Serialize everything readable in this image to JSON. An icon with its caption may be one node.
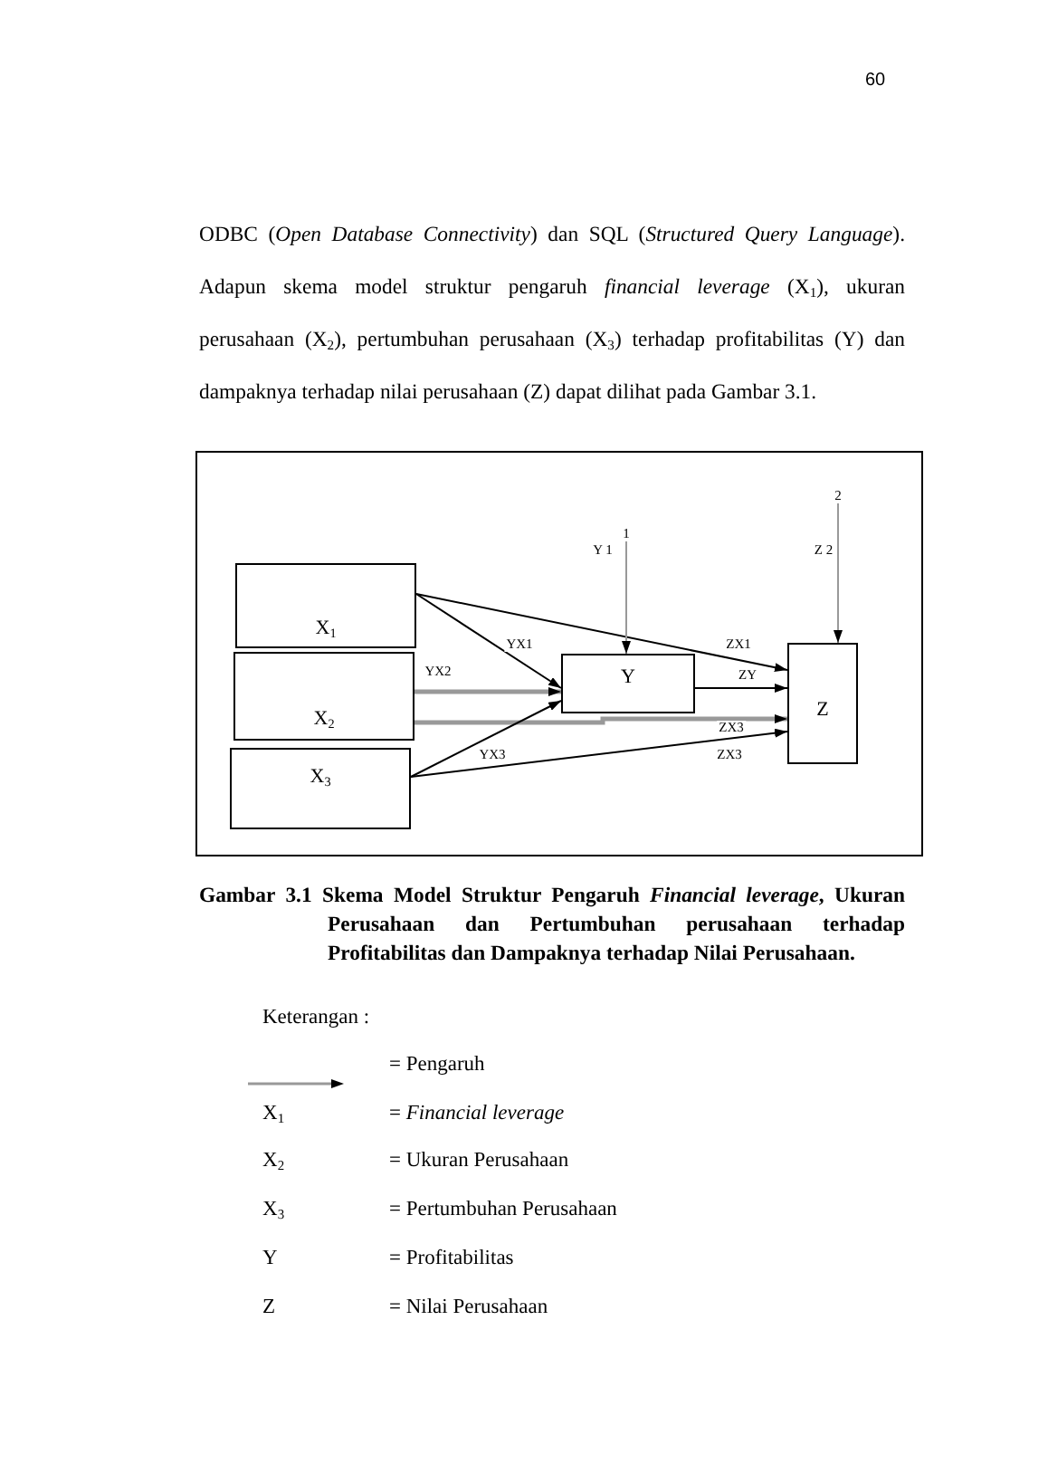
{
  "diagram": {
    "caption": "Gambar 3.1 Skema Model Struktur Pengaruh *Financial leverage*, Ukuran Perusahaan dan Pertumbuhan perusahaan terhadap Profitabilitas dan Dampaknya terhadap Nilai Perusahaan.",
    "nodes": [
      {
        "text": [
          "X$_{1}$"
        ]
      },
      {
        "text": [
          "X$_{2}$"
        ]
      },
      {
        "text": [
          "X$_{3}$"
        ]
      },
      {
        "text": [
          "Y"
        ]
      },
      {
        "text": [
          "Z"
        ]
      },
      {
        "text": [
          "1"
        ]
      },
      {
        "text": [
          "2"
        ]
      }
    ],
    "edges": [
      {
        "from": 0,
        "to": 3,
        "arrow": "to",
        "label": "YX1"
      },
      {
        "from": 0,
        "to": 4,
        "arrow": "to",
        "label": "ZX1"
      },
      {
        "from": 1,
        "to": 3,
        "arrow": "to",
        "label": "YX2",
        "style": "thick",
        "color": "#999999"
      },
      {
        "from": 1,
        "to": 4,
        "arrow": "to",
        "label": "ZX3",
        "style": "thick",
        "color": "#999999"
      },
      {
        "from": 2,
        "to": 3,
        "arrow": "to",
        "label": "YX3"
      },
      {
        "from": 2,
        "to": 4,
        "arrow": "to",
        "label": "ZX3"
      },
      {
        "from": 3,
        "to": 4,
        "arrow": "to",
        "label": "ZY"
      },
      {
        "from": 5,
        "to": 3,
        "arrow": "to",
        "label": "Y 1",
        "color": "#999999"
      },
      {
        "from": 6,
        "to": 4,
        "arrow": "to",
        "label": "Z 2",
        "color": "#999999"
      }
    ],
    "labels": [
      "60",
      "ODBC (*Open Database Connectivity*) dan SQL (*Structured Query Language*). Adapun skema model struktur pengaruh *financial leverage* (X$_{1}$), ukuran perusahaan (X$_{2}$), pertumbuhan perusahaan (X$_{3}$) terhadap profitabilitas (Y) dan dampaknya terhadap nilai perusahaan (Z) dapat dilihat pada Gambar 3.1.",
      "Keterangan :",
      "X$_{1}$",
      "= *Financial leverage*",
      "X$_{2}$",
      "= Ukuran Perusahaan",
      "X$_{3}$",
      "= Pertumbuhan Perusahaan",
      "Y",
      "= Profitabilitas",
      "Z",
      "= Nilai Perusahaan"
    ],
    "legend": [
      {
        "text": "= Pengaruh"
      }
    ]
  }
}
